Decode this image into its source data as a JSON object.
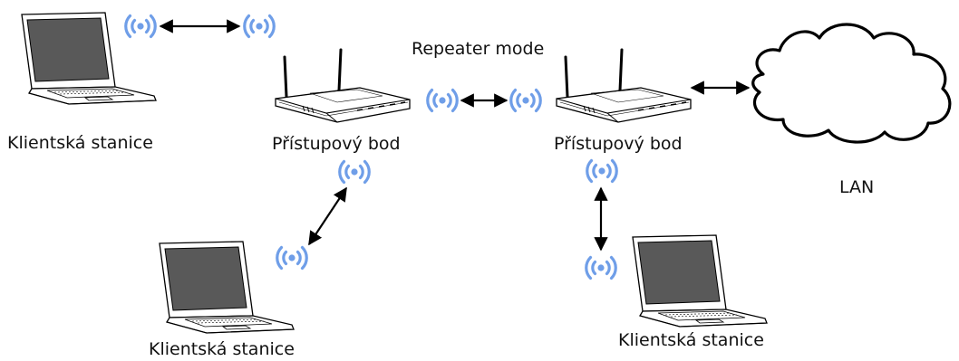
{
  "labels": {
    "client_station": "Klientská stanice",
    "access_point": "Přístupový bod",
    "repeater_mode": "Repeater mode",
    "lan": "LAN"
  },
  "colors": {
    "wifi_signal": "#6f9ee8",
    "screen": "#595959",
    "outline": "#000000",
    "device_body": "#ffffff"
  },
  "icons": [
    "laptop-icon",
    "router-icon",
    "wifi-signal-icon",
    "cloud-icon",
    "double-arrow"
  ]
}
